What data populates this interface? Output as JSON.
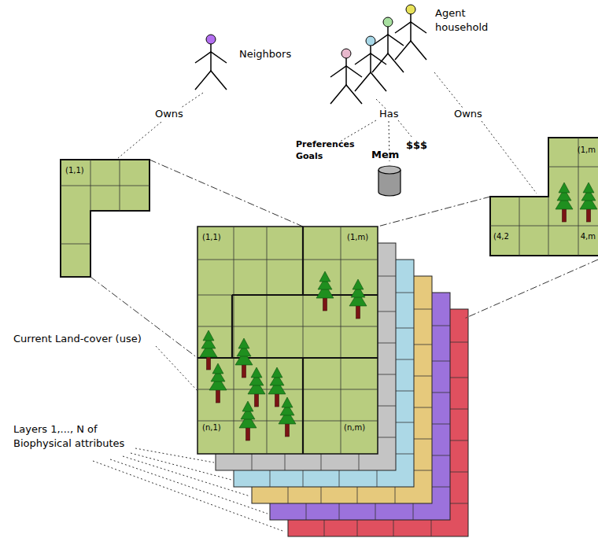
{
  "diagram": {
    "nodes": [
      {
        "text": [
          "(1,1)"
        ]
      },
      {
        "text": [
          "(1,1)",
          "(1,m)",
          "(n,1)",
          "(n,m)"
        ]
      },
      {
        "text": [
          "(1,m",
          "(4,2",
          "4,m"
        ]
      }
    ],
    "edges": [
      {
        "from": 0,
        "to": 1,
        "arrow": "none"
      },
      {
        "from": 2,
        "to": 1,
        "arrow": "none"
      }
    ],
    "labels": [
      "Neighbors",
      "Agent household",
      "Owns",
      "Has",
      "Owns",
      "Preferences Goals",
      "Mem",
      "$$$",
      "Current Land-cover (use)",
      "Layers 1,..., N of Biophysical attributes"
    ]
  }
}
